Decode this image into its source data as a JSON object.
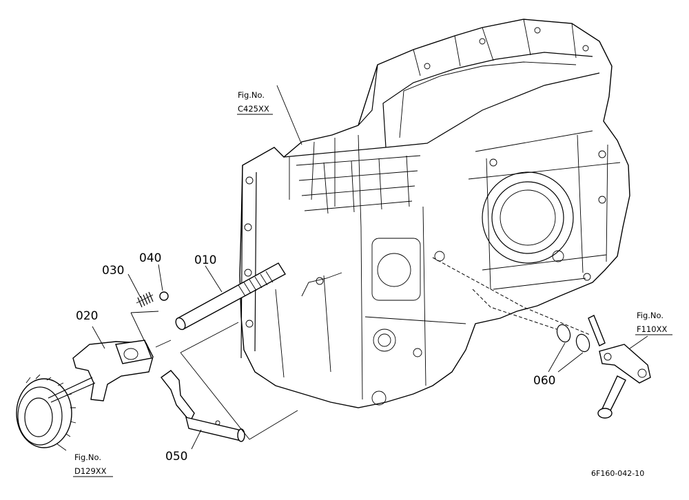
{
  "diagram": {
    "part_labels": {
      "p010": "010",
      "p020": "020",
      "p030": "030",
      "p040": "040",
      "p050": "050",
      "p060": "060"
    },
    "fig_refs": {
      "c425": {
        "title": "Fig.No.",
        "code": "C425XX"
      },
      "f110": {
        "title": "Fig.No.",
        "code": "F110XX"
      },
      "d129": {
        "title": "Fig.No.",
        "code": "D129XX"
      }
    },
    "drawing_code": "6F160-042-10"
  }
}
